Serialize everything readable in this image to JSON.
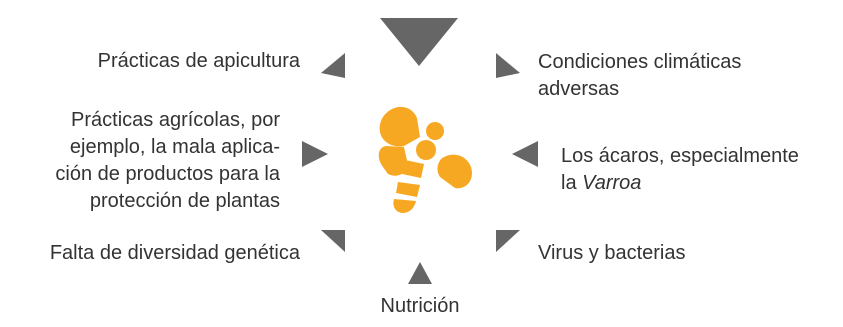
{
  "diagram": {
    "colors": {
      "arrow": "#666666",
      "bee": "#F7A823",
      "text": "#333333"
    },
    "center_icon": "bee-icon",
    "factors": {
      "beekeeping": "Prácticas de apicultura",
      "agricultural": {
        "line1": "Prácticas agrícolas, por",
        "line2": "ejemplo, la mala aplica-",
        "line3": "ción de productos para la",
        "line4": "protección de plantas"
      },
      "genetic": "Falta de diversidad genética",
      "nutrition": "Nutrición",
      "climate": {
        "line1": "Condiciones climáticas",
        "line2": "adversas"
      },
      "mites": {
        "line1": "Los ácaros, especialmente",
        "line2_prefix": "la ",
        "line2_italic": "Varroa"
      },
      "viruses": "Virus y bacterias"
    }
  }
}
